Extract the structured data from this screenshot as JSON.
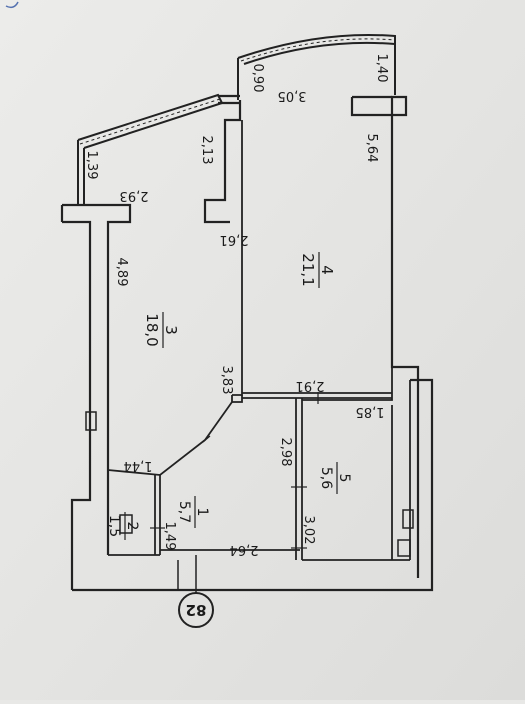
{
  "plan": {
    "unit_number": "82",
    "rooms": [
      {
        "id": "room-1",
        "number": "1",
        "area": "5,7"
      },
      {
        "id": "room-2",
        "number": "2",
        "area": "1,5"
      },
      {
        "id": "room-3",
        "number": "3",
        "area": "18,0"
      },
      {
        "id": "room-4",
        "number": "4",
        "area": "21,1"
      },
      {
        "id": "room-5",
        "number": "5",
        "area": "5,6"
      }
    ],
    "dimensions": {
      "d_090": "0,90",
      "d_305": "3,05",
      "d_140": "1,40",
      "d_564": "5,64",
      "d_213": "2,13",
      "d_139": "1,39",
      "d_293": "2,93",
      "d_261": "2,61",
      "d_489": "4,89",
      "d_383": "3,83",
      "d_291": "2,91",
      "d_185": "1,85",
      "d_298": "2,98",
      "d_144": "1,44",
      "d_149": "1,49",
      "d_264": "2,64",
      "d_302": "3,02"
    }
  }
}
